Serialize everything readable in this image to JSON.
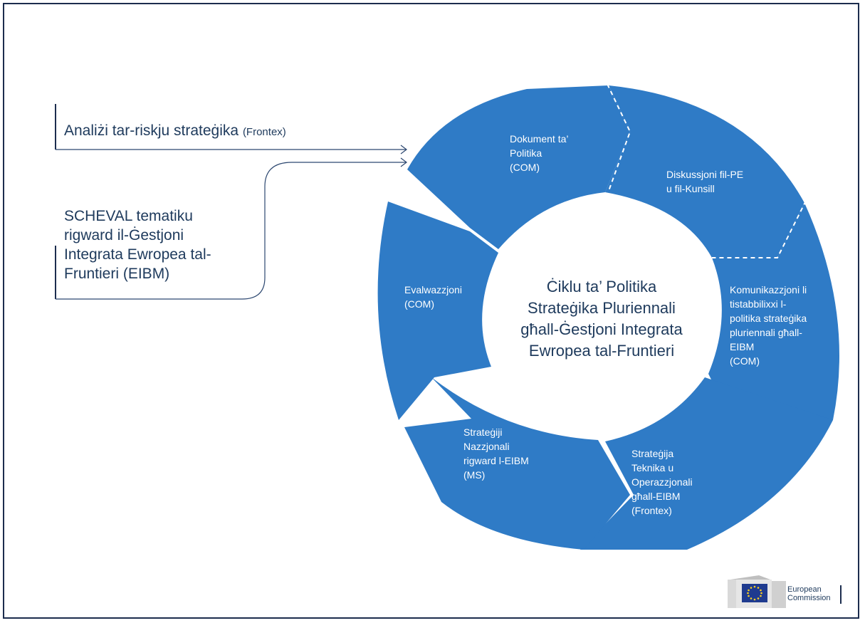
{
  "colors": {
    "segment": "#2f7bc6",
    "text_dark": "#1e3a5c",
    "frame": "#1c2d4e",
    "gap": "#ffffff"
  },
  "inputs": {
    "risk_analysis_main": "Analiżi tar-riskju strateġika",
    "risk_analysis_small": "(Frontex)",
    "scheval_lines": [
      "SCHEVAL tematiku",
      "rigward il-Ġestjoni",
      "Integrata Ewropea tal-",
      "Fruntieri (EIBM)"
    ]
  },
  "center": {
    "lines": [
      "Ċiklu ta’ Politika",
      "Strateġika Pluriennali",
      "għall-Ġestjoni Integrata",
      "Ewropea tal-Fruntieri"
    ]
  },
  "segments": [
    {
      "lines": [
        "Dokument ta’",
        "Politika",
        "(COM)"
      ]
    },
    {
      "lines": [
        "Diskussjoni fil-PE",
        "u fil-Kunsill"
      ]
    },
    {
      "lines": [
        "Komunikazzjoni li",
        "tistabbilixxi l-",
        "politika strateġika",
        "pluriennali għall-",
        "EIBM",
        "(COM)"
      ]
    },
    {
      "lines": [
        "Strateġija",
        "Teknika u",
        "Operazzjonali",
        "għall-EIBM",
        "(Frontex)"
      ]
    },
    {
      "lines": [
        "Strateġiji",
        "Nazzjonali",
        "rigward l-EIBM",
        "(MS)"
      ]
    },
    {
      "lines": [
        "Evalwazzjoni",
        "(COM)"
      ]
    }
  ],
  "logo": {
    "line1": "European",
    "line2": "Commission",
    "icon": "eu-flag-icon"
  }
}
